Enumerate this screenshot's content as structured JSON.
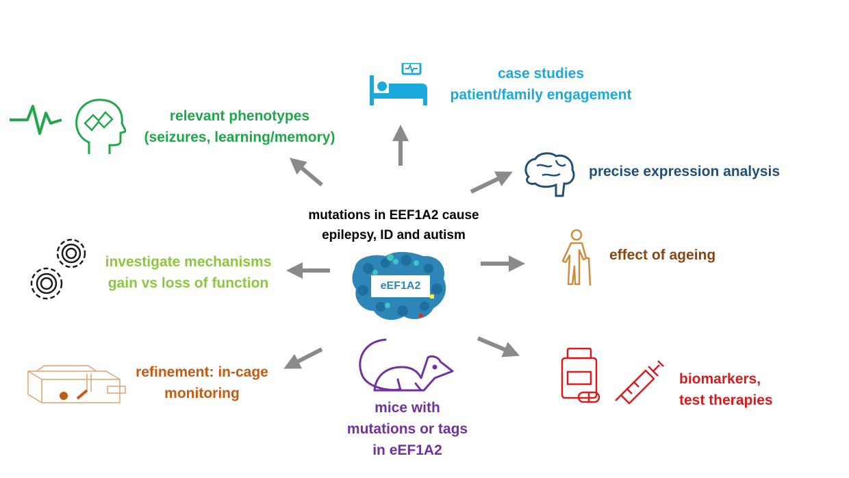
{
  "center": {
    "title_lines": [
      "mutations in EEF1A2 cause",
      "epilepsy, ID and autism"
    ],
    "protein_label": "eEF1A2"
  },
  "nodes": {
    "case_studies": {
      "lines": [
        "case studies",
        "patient/family engagement"
      ],
      "color": "#1aa8dd",
      "icon": "hospital-bed-monitor-icon"
    },
    "phenotypes": {
      "lines": [
        "relevant phenotypes",
        "(seizures, learning/memory)"
      ],
      "color": "#1fa84a",
      "icon": "brain-puzzle-head-icon"
    },
    "expression": {
      "lines": [
        "precise expression analysis"
      ],
      "color": "#1f4e79",
      "icon": "brain-icon"
    },
    "mechanisms": {
      "lines": [
        "investigate mechanisms",
        "gain vs loss of function"
      ],
      "color": "#8dc63f",
      "icon": "gears-icon"
    },
    "ageing": {
      "lines": [
        "effect of ageing"
      ],
      "color": "#8b4513",
      "icon": "elderly-person-icon"
    },
    "refinement": {
      "lines": [
        "refinement: in-cage",
        "monitoring"
      ],
      "color": "#c55a11",
      "icon": "cage-icon"
    },
    "biomarkers": {
      "lines": [
        "biomarkers,",
        "test therapies"
      ],
      "color": "#d91a1a",
      "icon": "medicine-syringe-icon"
    },
    "mice": {
      "lines": [
        "mice with",
        "mutations or tags",
        "in eEF1A2"
      ],
      "color": "#7030a0",
      "icon": "mouse-icon"
    }
  }
}
